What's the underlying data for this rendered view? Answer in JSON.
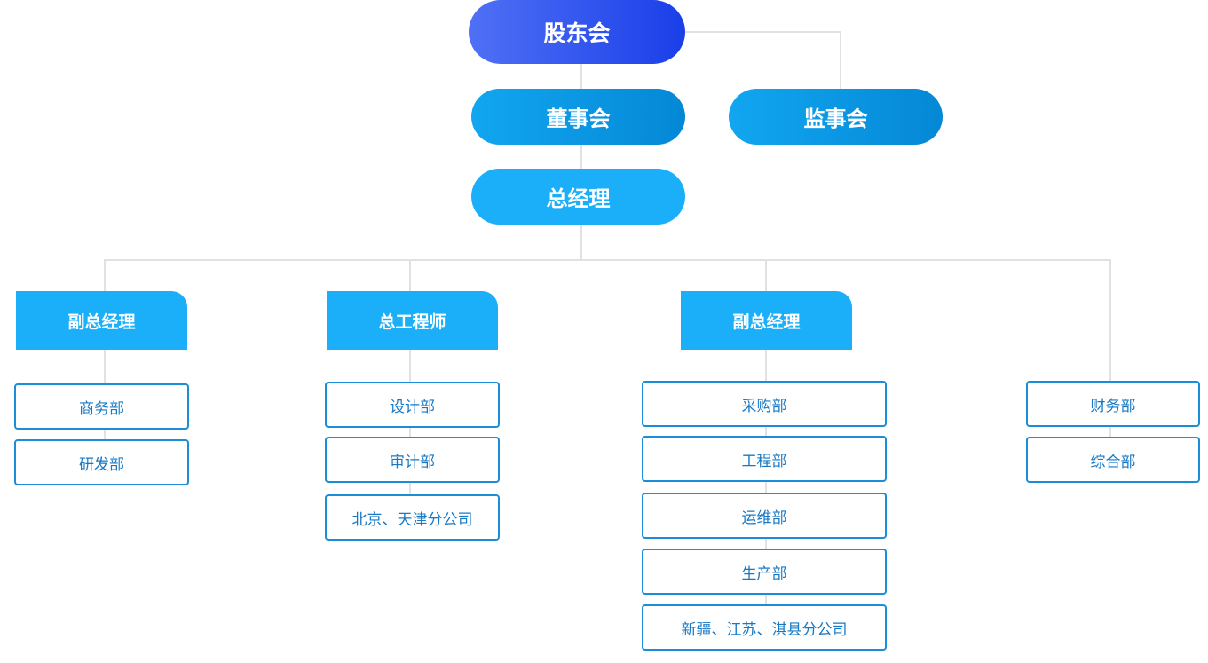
{
  "top": {
    "shareholders": "股东会"
  },
  "boards": {
    "directors": "董事会",
    "supervisors": "监事会"
  },
  "gm": "总经理",
  "branches": [
    {
      "title": "副总经理",
      "depts": [
        "商务部",
        "研发部"
      ]
    },
    {
      "title": "总工程师",
      "depts": [
        "设计部",
        "审计部",
        "北京、天津分公司"
      ]
    },
    {
      "title": "副总经理",
      "depts": [
        "采购部",
        "工程部",
        "运维部",
        "生产部",
        "新疆、江苏、淇县分公司"
      ]
    },
    {
      "depts": [
        "财务部",
        "综合部"
      ]
    }
  ],
  "colors": {
    "top_gradient": [
      "#5070f5",
      "#1a3fe8"
    ],
    "board_gradient": [
      "#12a6f0",
      "#0488d6"
    ],
    "manager_fill": "#1aaff8",
    "dept_border": "#1a8fd8",
    "dept_text": "#1778c4",
    "connector": "#e1e1e1"
  }
}
